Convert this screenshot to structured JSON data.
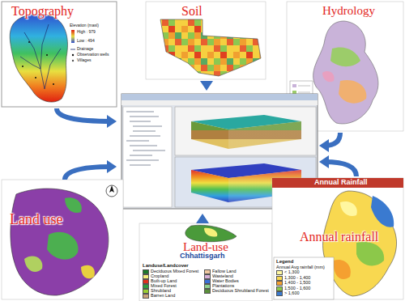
{
  "diagram": {
    "nodes": [
      {
        "text": [
          "Topography"
        ]
      },
      {
        "text": [
          "Soil"
        ]
      },
      {
        "text": [
          "Hydrology"
        ]
      },
      {
        "text": [
          "Land use"
        ]
      },
      {
        "text": [
          "Land-use"
        ]
      },
      {
        "text": [
          "Annual Rainfall",
          "Annual rainfall"
        ]
      }
    ],
    "labels": [
      "Elevation (masl)",
      "High : 979",
      "Low : 494",
      "Drainage",
      "Observation wells",
      "Villages",
      "Chhattisgarh",
      "Landuse/Landcover",
      "Legend",
      "Annual Avg rainfall (mm)"
    ],
    "legend": [
      {
        "text": "Deciduous Mixed Forest",
        "color": "#1b7a2a"
      },
      {
        "text": "Cropland",
        "color": "#f5f07a"
      },
      {
        "text": "Built-up Land",
        "color": "#e0301e"
      },
      {
        "text": "Mixed Forest",
        "color": "#2e9e3e"
      },
      {
        "text": "Shrubland",
        "color": "#9acd32"
      },
      {
        "text": "Barren Land",
        "color": "#c8a27a"
      },
      {
        "text": "Fallow Land",
        "color": "#f0c8a0"
      },
      {
        "text": "Wasteland",
        "color": "#d8b0d8"
      },
      {
        "text": "Water Bodies",
        "color": "#3a6fd8"
      },
      {
        "text": "Plantations",
        "color": "#8fd18f"
      },
      {
        "text": "Deciduous Shrubland Forest",
        "color": "#5a8f3a"
      },
      {
        "text": "< 1,300",
        "color": "#fff7a0"
      },
      {
        "text": "1,300 - 1,400",
        "color": "#f8d850"
      },
      {
        "text": "1,400 - 1,500",
        "color": "#f5a030"
      },
      {
        "text": "1,500 - 1,600",
        "color": "#8cc84a"
      },
      {
        "text": "> 1,600",
        "color": "#3a7ad0"
      }
    ]
  }
}
